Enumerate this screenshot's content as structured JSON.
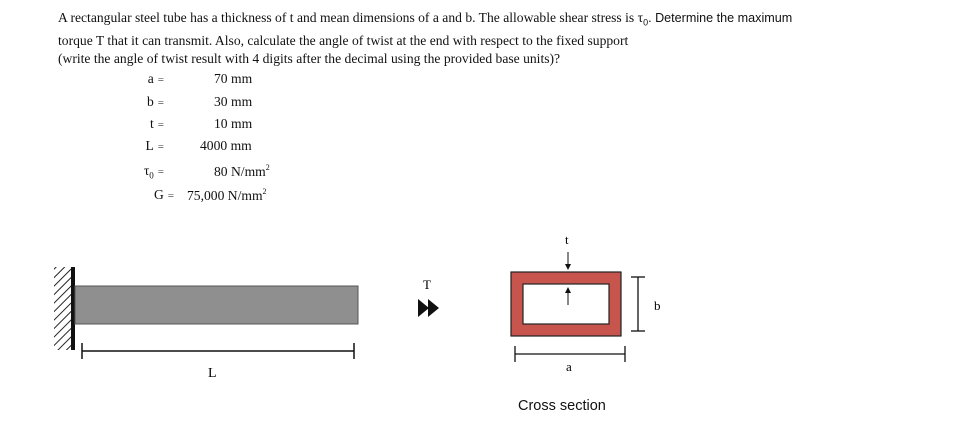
{
  "problem": {
    "line1_pre": "A rectangular steel tube has a thickness of t and mean dimensions of a and b. The allowable shear stress is τ",
    "line1_sub": "0",
    "line1_post": ". Determine the maximum",
    "line2": "torque T that it can transmit. Also, calculate the angle of twist at the end with respect to the fixed support",
    "line3": "(write the angle of twist result with 4 digits after the decimal using the provided base units)?"
  },
  "given": {
    "a": {
      "label": "a",
      "value": "70 mm"
    },
    "b": {
      "label": "b",
      "value": "30 mm"
    },
    "t": {
      "label": "t",
      "value": "10 mm"
    },
    "L": {
      "label": "L",
      "value": "4000 mm"
    },
    "tau": {
      "label": "τ",
      "sub": "0",
      "value": "80 N/mm",
      "exp": "2"
    },
    "G": {
      "label": "G",
      "value": "75,000 N/mm",
      "exp": "2"
    },
    "eq": "="
  },
  "figure": {
    "torque_label": "T",
    "length_label": "L",
    "thickness_label": "t",
    "width_label": "a",
    "height_label": "b",
    "caption": "Cross section",
    "tube_color": "#c8544e",
    "beam_color": "#8f8f8f"
  }
}
